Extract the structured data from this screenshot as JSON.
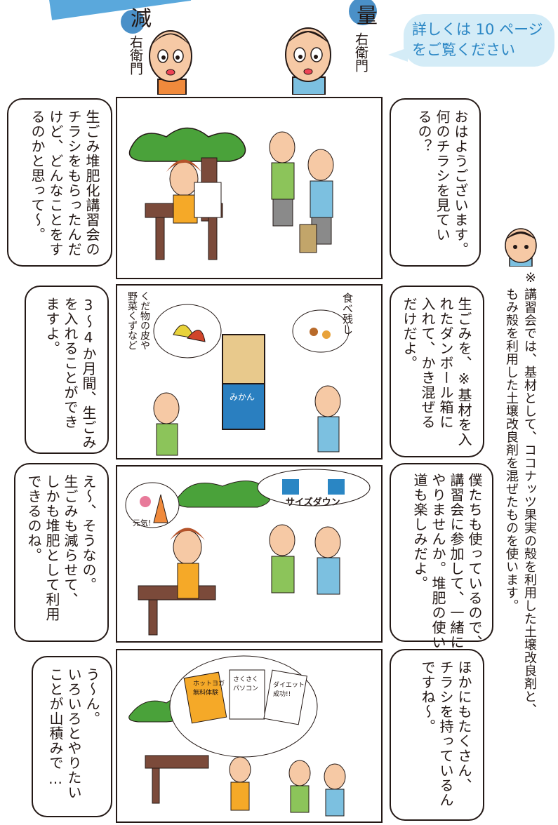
{
  "header": {
    "speakers": [
      {
        "name_char": "減",
        "name_rest": "右衛門"
      },
      {
        "name_char": "量",
        "name_rest": "右衛門"
      }
    ],
    "callout": "詳しくは 10 ページ\nをご覧ください"
  },
  "side_note": {
    "mark": "※",
    "text": "講習会では、基材として、ココナッツ果実の殻を利用した土壌改良剤と、\nもみ殻を利用した土壌改良剤を混ぜたものを使います。"
  },
  "panels": [
    {
      "right_bubble": "おはようございます。\n何のチラシを見てい\nるの？",
      "left_bubble": "生ごみ堆肥化講習会の\nチラシをもらったんだ\nけど、どんなことをす\nるのかと思って～。"
    },
    {
      "right_bubble": "生ごみを、※基材を入\nれたダンボール箱に\n入れて、かき混ぜる\nだけだよ。",
      "left_bubble": "3～4か月間、生ごみ\nを入れることができ\nますよ。",
      "drawn_labels": {
        "food_scraps": "食べ残し",
        "peels": "くだ物の皮や\n野菜くずなど",
        "box": "みかん"
      }
    },
    {
      "right_bubble": "僕たちも使っているので、\n講習会に参加して、一緒に\nやりませんか。堆肥の使い\n道も楽しみだよ。",
      "left_bubble": "え～、そうなの。\n生ごみも減らせて、\nしかも堆肥として利用\nできるのね。",
      "drawn_labels": {
        "size_down": "サイズダウン",
        "genki": "元気!"
      }
    },
    {
      "right_bubble": "ほかにもたくさん、\nチラシを持っているん\nですね～。",
      "left_bubble": "う～ん。\nいろいろとやりたい\nことが山積みで…",
      "drawn_labels": {
        "flyer1": "ホットヨガ\n無料体験",
        "flyer2": "さくさく\nパソコン",
        "flyer3": "ダイエット\n成功!!"
      }
    }
  ],
  "colors": {
    "ink": "#231815",
    "badge": "#4a90c8",
    "callout_bg": "#d4ecf7",
    "callout_text": "#2a86c4",
    "bush": "#4aa23a",
    "bench": "#7b4a3a",
    "skin": "#f6c9a5",
    "green_shirt": "#8cc45a",
    "blue_shirt": "#7cc0e0"
  }
}
